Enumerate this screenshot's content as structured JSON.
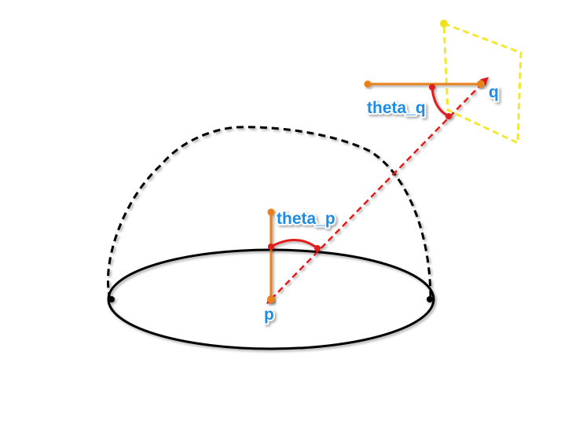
{
  "labels": {
    "p": "p",
    "q": "q",
    "theta_p": "theta_p",
    "theta_q": "theta_q"
  },
  "colors": {
    "hemisphere": "#000000",
    "normal": "#e8821e",
    "ray": "#e01b1b",
    "angle_arc": "#e01b1b",
    "patch": "#f2e832",
    "patch_corner": "#f0e020",
    "label": "#1e8ce6"
  }
}
